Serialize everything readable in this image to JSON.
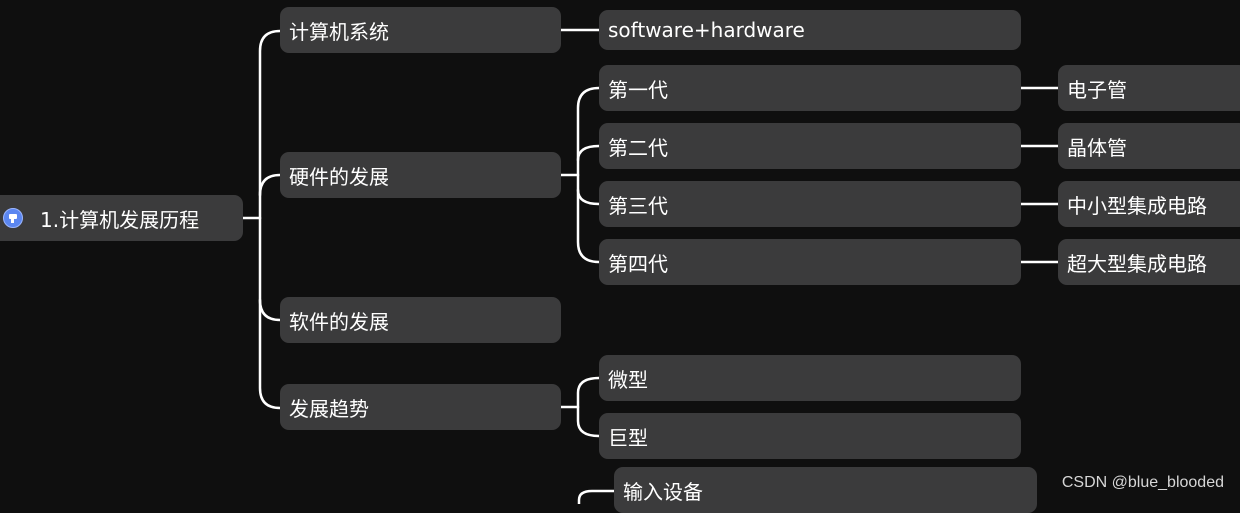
{
  "mindmap": {
    "root": {
      "label": "1.计算机发展历程",
      "icon": "thumbs-down-icon",
      "icon_color": "#5b86f0"
    },
    "branches": [
      {
        "label": "计算机系统",
        "children": [
          {
            "label": "software+hardware"
          }
        ]
      },
      {
        "label": "硬件的发展",
        "children": [
          {
            "label": "第一代",
            "children": [
              {
                "label": "电子管"
              }
            ]
          },
          {
            "label": "第二代",
            "children": [
              {
                "label": "晶体管"
              }
            ]
          },
          {
            "label": "第三代",
            "children": [
              {
                "label": "中小型集成电路"
              }
            ]
          },
          {
            "label": "第四代",
            "children": [
              {
                "label": "超大型集成电路"
              }
            ]
          }
        ]
      },
      {
        "label": "软件的发展"
      },
      {
        "label": "发展趋势",
        "children": [
          {
            "label": "微型"
          },
          {
            "label": "巨型"
          }
        ]
      }
    ],
    "partial": {
      "label": "输入设备"
    }
  },
  "watermark": "CSDN @blue_blooded",
  "colors": {
    "background": "#0f0f0f",
    "node": "#3b3b3c",
    "line": "#ffffff",
    "text": "#ffffff"
  }
}
